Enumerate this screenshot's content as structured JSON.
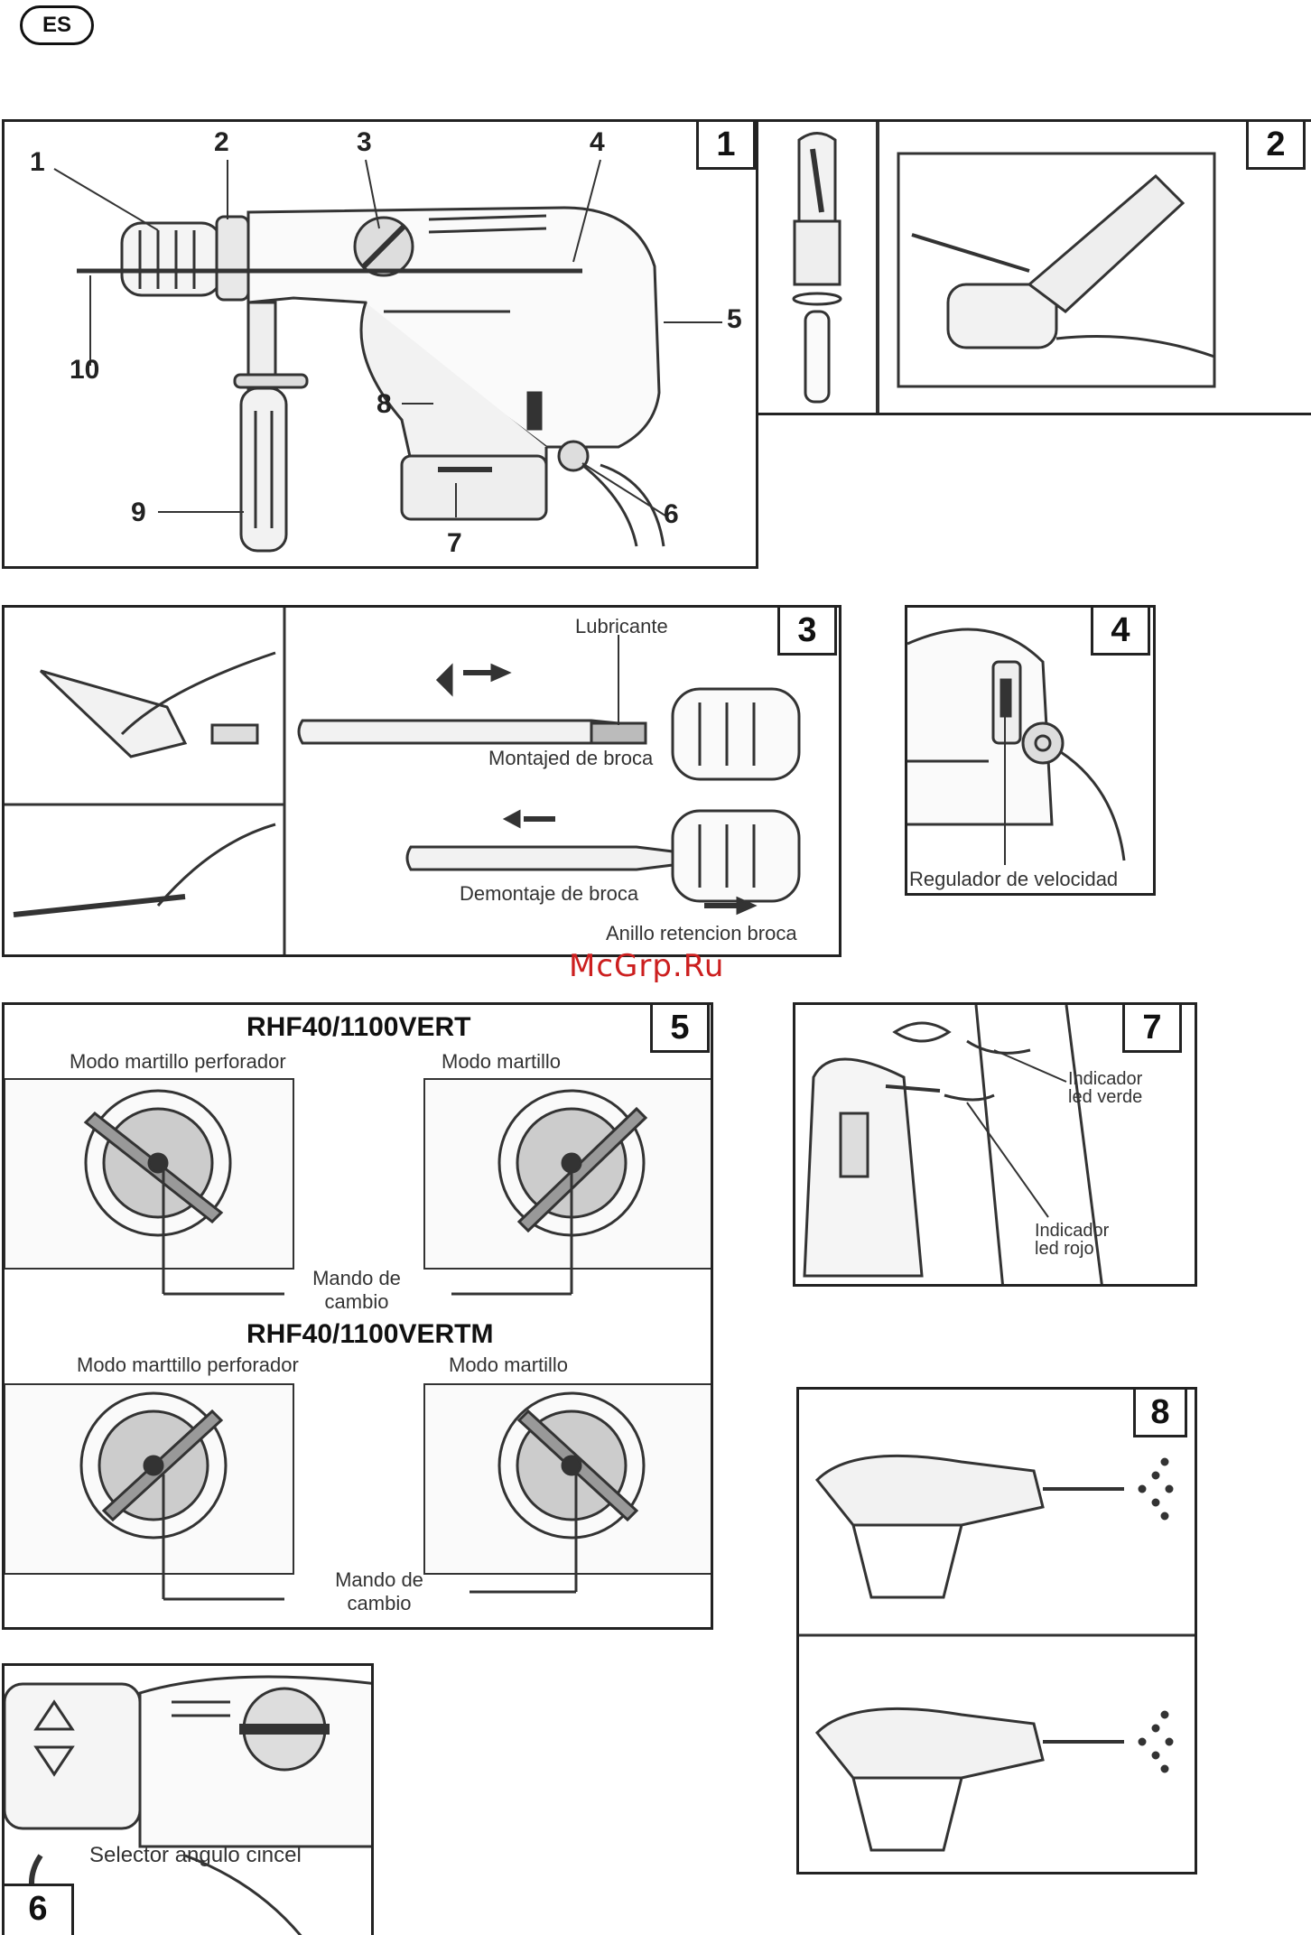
{
  "language_badge": "ES",
  "watermark": "McGrp.Ru",
  "fig1": {
    "number": "1",
    "callouts": [
      "1",
      "2",
      "3",
      "4",
      "5",
      "6",
      "7",
      "8",
      "9",
      "10"
    ]
  },
  "fig2": {
    "number": "2"
  },
  "fig3": {
    "number": "3",
    "lubricant": "Lubricante",
    "mount": "Montajed de broca",
    "unmount": "Demontaje de broca",
    "ring": "Anillo retencion broca"
  },
  "fig4": {
    "number": "4",
    "speed": "Regulador de velocidad"
  },
  "fig5": {
    "number": "5",
    "model_a": "RHF40/1100VERT",
    "model_b": "RHF40/1100VERTM",
    "mode_drill_a": "Modo martillo perforador",
    "mode_hammer_a": "Modo martillo",
    "mode_drill_b": "Modo marttillo perforador",
    "mode_hammer_b": "Modo martillo",
    "switch_a": "Mando de cambio",
    "switch_b": "Mando de cambio"
  },
  "fig6": {
    "number": "6",
    "selector": "Selector angulo cincel"
  },
  "fig7": {
    "number": "7",
    "green": "Indicador led verde",
    "red": "Indicador led rojo"
  },
  "fig8": {
    "number": "8"
  }
}
